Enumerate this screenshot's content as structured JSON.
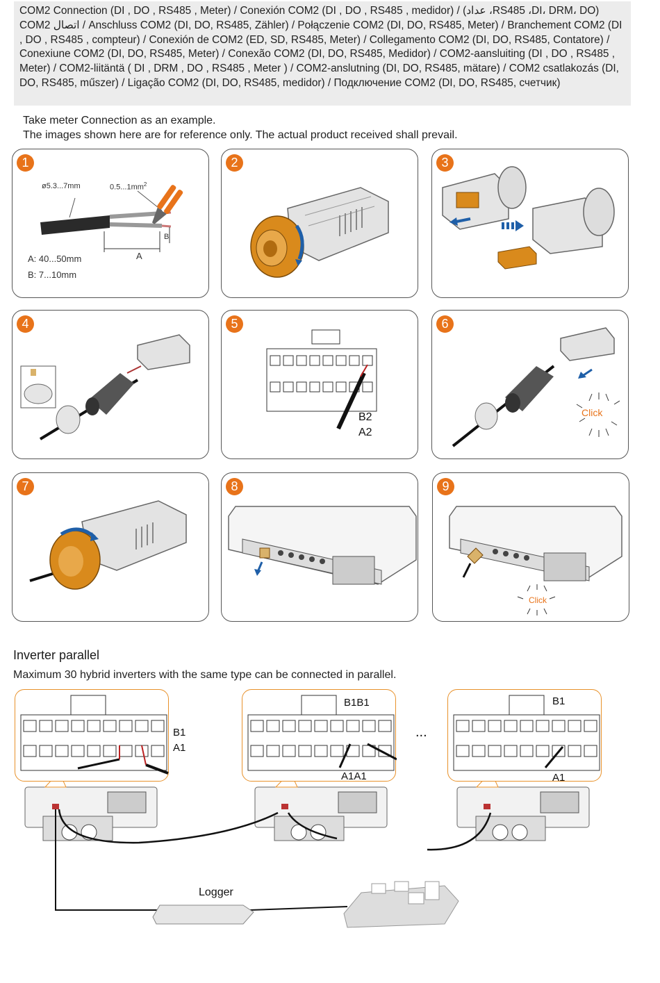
{
  "header": {
    "text": "COM2 Connection (DI , DO , RS485 , Meter) / Conexión COM2 (DI , DO , RS485 , medidor) / (عداد ،RS485 ،DI، DRM، DO) COM2 اتصال / Anschluss COM2 (DI, DO, RS485, Zähler) / Połączenie COM2 (DI, DO, RS485, Meter) / Branchement COM2 (DI , DO , RS485 , compteur) / Conexión de COM2 (ED, SD, RS485, Meter) / Collegamento COM2 (DI, DO, RS485, Contatore) / Conexiune COM2 (DI, DO, RS485, Meter) / Conexão COM2 (DI, DO, RS485, Medidor) / COM2-aansluiting (DI , DO , RS485 , Meter) / COM2-liitäntä ( DI , DRM , DO , RS485 , Meter ) / COM2-anslutning (DI, DO, RS485, mätare) / COM2 csatlakozás (DI, DO, RS485, műszer) / Ligação COM2 (DI, DO, RS485, medidor) / Подключение COM2 (DI, DO, RS485, счетчик)"
  },
  "intro": {
    "line1": "Take meter Connection as an example.",
    "line2": "The images shown here are for reference only. The actual product received shall prevail."
  },
  "steps": [
    {
      "num": "1",
      "labels": {
        "dia": "ø5.3...7mm",
        "wire": "0.5...1mm",
        "sup": "2",
        "a_mark": "A",
        "b_mark": "B",
        "a_spec": "A: 40...50mm",
        "b_spec": "B: 7...10mm"
      }
    },
    {
      "num": "2"
    },
    {
      "num": "3"
    },
    {
      "num": "4"
    },
    {
      "num": "5",
      "labels": {
        "b": "B2",
        "a": "A2"
      }
    },
    {
      "num": "6",
      "labels": {
        "click": "Click"
      }
    },
    {
      "num": "7"
    },
    {
      "num": "8"
    },
    {
      "num": "9",
      "labels": {
        "click": "Click"
      }
    }
  ],
  "parallel": {
    "title": "Inverter parallel",
    "subtitle": "Maximum 30 hybrid inverters with the same type can be connected in parallel.",
    "inv1": {
      "b": "B1",
      "a": "A1"
    },
    "inv2": {
      "b": "B1B1",
      "a": "A1A1"
    },
    "inv3": {
      "b": "B1",
      "a": "A1"
    },
    "ellipsis": "...",
    "logger": "Logger"
  },
  "colors": {
    "accent": "#e8731a",
    "connector_orange": "#d98a1c",
    "frame": "#555555"
  }
}
